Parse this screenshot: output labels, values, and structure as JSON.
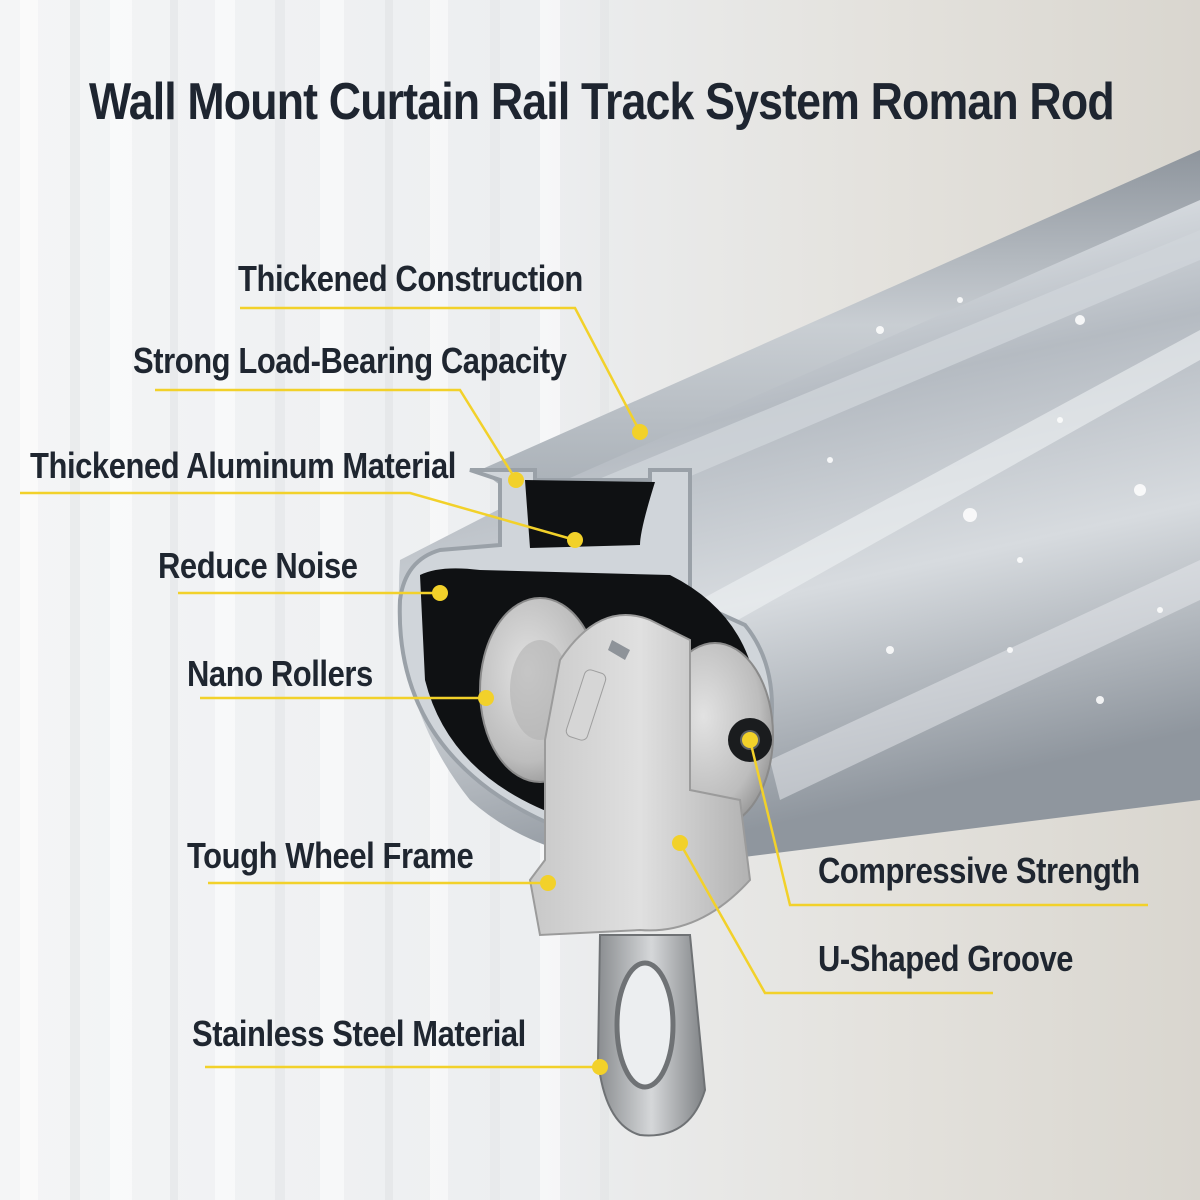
{
  "title": "Wall Mount Curtain Rail Track System Roman Rod",
  "callouts": {
    "thickened_construction": "Thickened Construction",
    "strong_load_bearing": "Strong Load-Bearing Capacity",
    "thickened_aluminum": "Thickened Aluminum Material",
    "reduce_noise": "Reduce Noise",
    "nano_rollers": "Nano Rollers",
    "tough_wheel_frame": "Tough Wheel Frame",
    "stainless_steel": "Stainless Steel Material",
    "compressive_strength": "Compressive Strength",
    "u_shaped_groove": "U-Shaped Groove"
  },
  "colors": {
    "leader_line": "#f2d12a",
    "text": "#1f2630",
    "aluminum": "#b9bfc6",
    "roller": "#bdbdbd"
  }
}
